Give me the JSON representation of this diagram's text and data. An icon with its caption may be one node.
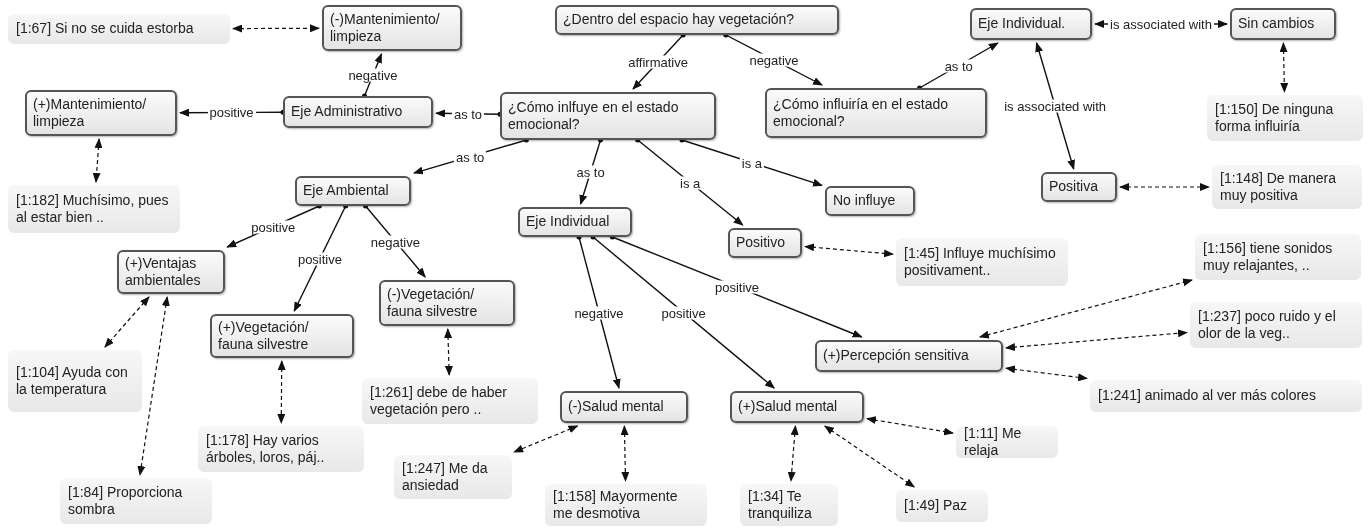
{
  "diagram": {
    "nodes": [
      {
        "text": [
          "¿Dentro del espacio hay vegetación?"
        ]
      },
      {
        "text": [
          "(-)Mantenimiento/ limpieza"
        ]
      },
      {
        "text": [
          "[1:67] Si no se cuida estorba"
        ]
      },
      {
        "text": [
          "Eje Administrativo"
        ]
      },
      {
        "text": [
          "(+)Mantenimiento/ limpieza"
        ]
      },
      {
        "text": [
          "¿Cómo inlfuye en el estado emocional?"
        ]
      },
      {
        "text": [
          "¿Cómo influiría en el estado emocional?"
        ]
      },
      {
        "text": [
          "Eje Individual."
        ]
      },
      {
        "text": [
          "Sin cambios"
        ]
      },
      {
        "text": [
          "[1:150] De ninguna forma influiría"
        ]
      },
      {
        "text": [
          "[1:182] Muchísimo, pues al estar bien .."
        ]
      },
      {
        "text": [
          "Eje Ambiental"
        ]
      },
      {
        "text": [
          "Eje Individual"
        ]
      },
      {
        "text": [
          "No influye"
        ]
      },
      {
        "text": [
          "Positiva"
        ]
      },
      {
        "text": [
          "[1:148] De manera muy positiva"
        ]
      },
      {
        "text": [
          "(+)Ventajas ambientales"
        ]
      },
      {
        "text": [
          "Positivo"
        ]
      },
      {
        "text": [
          "[1:45] Influye muchísimo positivament.."
        ]
      },
      {
        "text": [
          "[1:156] tiene sonidos muy relajantes, .."
        ]
      },
      {
        "text": [
          "(-)Vegetación/ fauna silvestre"
        ]
      },
      {
        "text": [
          "(+)Vegetación/ fauna silvestre"
        ]
      },
      {
        "text": [
          "[1:237] poco ruido y el olor de la veg.."
        ]
      },
      {
        "text": [
          "(+)Percepción sensitiva"
        ]
      },
      {
        "text": [
          "[1:104] Ayuda con la temperatura"
        ]
      },
      {
        "text": [
          "[1:261] debe de haber vegetación pero .."
        ]
      },
      {
        "text": [
          "[1:241] animado al ver más colores"
        ]
      },
      {
        "text": [
          "(-)Salud mental"
        ]
      },
      {
        "text": [
          "(+)Salud mental"
        ]
      },
      {
        "text": [
          "[1:178] Hay varios árboles, loros, páj.."
        ]
      },
      {
        "text": [
          "[1:11] Me relaja"
        ]
      },
      {
        "text": [
          "[1:247] Me da ansiedad"
        ]
      },
      {
        "text": [
          "[1:84] Proporciona sombra"
        ]
      },
      {
        "text": [
          "[1:158] Mayormente me desmotiva"
        ]
      },
      {
        "text": [
          "[1:34] Te tranquiliza"
        ]
      },
      {
        "text": [
          "[1:49] Paz"
        ]
      }
    ],
    "edges": [
      {
        "from": 0,
        "to": 5,
        "arrow": "to",
        "label": "affirmative"
      },
      {
        "from": 0,
        "to": 6,
        "arrow": "to",
        "label": "negative"
      },
      {
        "from": 5,
        "to": 3,
        "arrow": "to",
        "label": "as to"
      },
      {
        "from": 3,
        "to": 1,
        "arrow": "to",
        "label": "negative"
      },
      {
        "from": 3,
        "to": 4,
        "arrow": "to",
        "label": "positive"
      },
      {
        "from": 5,
        "to": 11,
        "arrow": "to",
        "label": "as to"
      },
      {
        "from": 5,
        "to": 12,
        "arrow": "to",
        "label": "as to"
      },
      {
        "from": 5,
        "to": 17,
        "arrow": "to",
        "label": "is a"
      },
      {
        "from": 5,
        "to": 13,
        "arrow": "to",
        "label": "is a"
      },
      {
        "from": 6,
        "to": 7,
        "arrow": "to",
        "label": "as to"
      },
      {
        "from": 7,
        "to": 8,
        "arrow": "both",
        "label": "is associated with"
      },
      {
        "from": 7,
        "to": 14,
        "arrow": "both",
        "label": "is associated with"
      },
      {
        "from": 11,
        "to": 16,
        "arrow": "to",
        "label": "positive"
      },
      {
        "from": 11,
        "to": 21,
        "arrow": "to",
        "label": "positive"
      },
      {
        "from": 11,
        "to": 20,
        "arrow": "to",
        "label": "negative"
      },
      {
        "from": 12,
        "to": 27,
        "arrow": "to",
        "label": "negative"
      },
      {
        "from": 12,
        "to": 28,
        "arrow": "to",
        "label": "positive"
      },
      {
        "from": 12,
        "to": 23,
        "arrow": "to",
        "label": "positive"
      },
      {
        "from": 2,
        "to": 1,
        "arrow": "both",
        "style": "dashed"
      },
      {
        "from": 4,
        "to": 10,
        "arrow": "both",
        "style": "dashed"
      },
      {
        "from": 8,
        "to": 9,
        "arrow": "both",
        "style": "dashed"
      },
      {
        "from": 14,
        "to": 15,
        "arrow": "both",
        "style": "dashed"
      },
      {
        "from": 17,
        "to": 18,
        "arrow": "both",
        "style": "dashed"
      },
      {
        "from": 16,
        "to": 24,
        "arrow": "both",
        "style": "dashed"
      },
      {
        "from": 16,
        "to": 32,
        "arrow": "both",
        "style": "dashed"
      },
      {
        "from": 20,
        "to": 25,
        "arrow": "both",
        "style": "dashed"
      },
      {
        "from": 21,
        "to": 29,
        "arrow": "both",
        "style": "dashed"
      },
      {
        "from": 23,
        "to": 19,
        "arrow": "both",
        "style": "dashed"
      },
      {
        "from": 23,
        "to": 22,
        "arrow": "both",
        "style": "dashed"
      },
      {
        "from": 23,
        "to": 26,
        "arrow": "both",
        "style": "dashed"
      },
      {
        "from": 27,
        "to": 31,
        "arrow": "both",
        "style": "dashed"
      },
      {
        "from": 27,
        "to": 33,
        "arrow": "both",
        "style": "dashed"
      },
      {
        "from": 28,
        "to": 30,
        "arrow": "both",
        "style": "dashed"
      },
      {
        "from": 28,
        "to": 34,
        "arrow": "both",
        "style": "dashed"
      },
      {
        "from": 28,
        "to": 35,
        "arrow": "both",
        "style": "dashed"
      }
    ]
  }
}
